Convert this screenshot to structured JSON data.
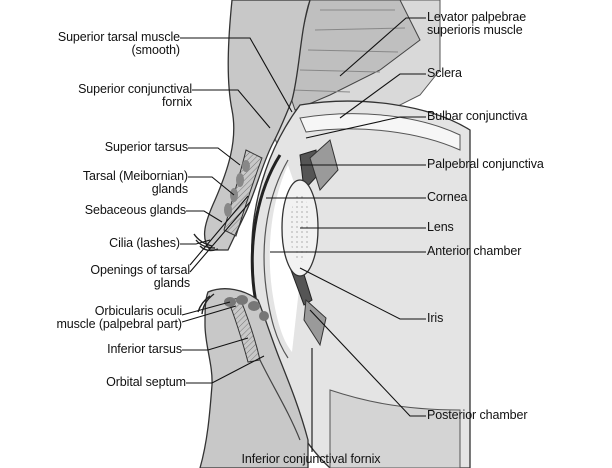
{
  "labels": {
    "superior_tarsal_muscle_1": "Superior tarsal muscle",
    "superior_tarsal_muscle_2": "(smooth)",
    "superior_conjunctival_fornix_1": "Superior conjunctival",
    "superior_conjunctival_fornix_2": "fornix",
    "superior_tarsus": "Superior tarsus",
    "tarsal_glands_1": "Tarsal (Meibornian)",
    "tarsal_glands_2": "glands",
    "sebaceous_glands": "Sebaceous glands",
    "cilia": "Cilia (lashes)",
    "openings_tarsal_glands_1": "Openings of tarsal",
    "openings_tarsal_glands_2": "glands",
    "orbicularis_oculi_1": "Orbicularis oculi",
    "orbicularis_oculi_2": "muscle (palpebral part)",
    "inferior_tarsus": "Inferior tarsus",
    "orbital_septum": "Orbital septum",
    "inferior_conjunctival_fornix": "Inferior conjunctival fornix",
    "levator_palpebrae_1": "Levator palpebrae",
    "levator_palpebrae_2": "superioris muscle",
    "sclera": "Sclera",
    "bulbar_conjunctiva": "Bulbar conjunctiva",
    "palpebral_conjunctiva": "Palpebral conjunctiva",
    "cornea": "Cornea",
    "lens": "Lens",
    "anterior_chamber": "Anterior chamber",
    "iris": "Iris",
    "posterior_chamber": "Posterior chamber"
  }
}
